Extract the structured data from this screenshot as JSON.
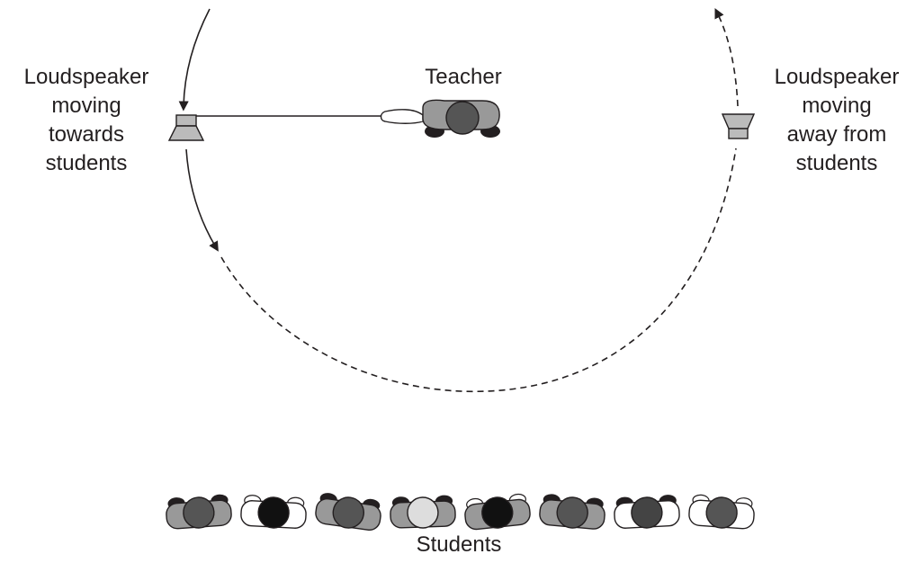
{
  "labels": {
    "left_speaker": "Loudspeaker\nmoving\ntowards\nstudents",
    "right_speaker": "Loudspeaker\nmoving\naway from\nstudents",
    "teacher": "Teacher",
    "students": "Students"
  },
  "students": {
    "count": 8,
    "head_shades": [
      "#555555",
      "#111111",
      "#555555",
      "#dddddd",
      "#111111",
      "#555555",
      "#444444",
      "#555555"
    ]
  },
  "colors": {
    "line": "#231f20",
    "body": "#999999",
    "speaker_fill": "#bbbbbb"
  }
}
